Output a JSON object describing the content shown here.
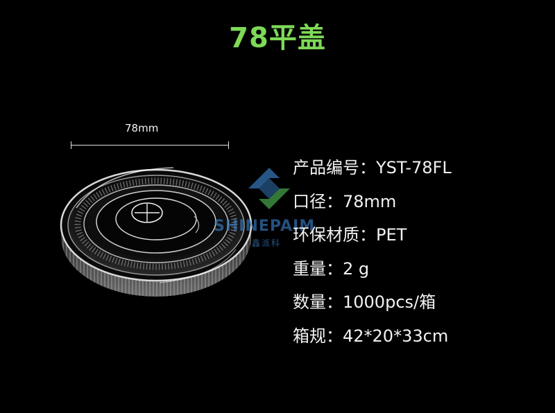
{
  "title": "78平盖",
  "dimension_label": "78mm",
  "watermark": {
    "brand_en": "SHINEPAIM",
    "brand_cn": "鑫派科"
  },
  "specs": [
    {
      "label": "产品编号",
      "value": "YST-78FL"
    },
    {
      "label": "口径",
      "value": "78mm"
    },
    {
      "label": "环保材质",
      "value": "PET"
    },
    {
      "label": "重量",
      "value": "2 g"
    },
    {
      "label": "数量",
      "value": "1000pcs/箱"
    },
    {
      "label": "箱规",
      "value": "42*20*33cm"
    }
  ],
  "colors": {
    "background": "#000000",
    "title": "#7ed957",
    "text": "#f2f2f2",
    "watermark_blue": "#3a7fc6",
    "watermark_green": "#4caf50"
  }
}
